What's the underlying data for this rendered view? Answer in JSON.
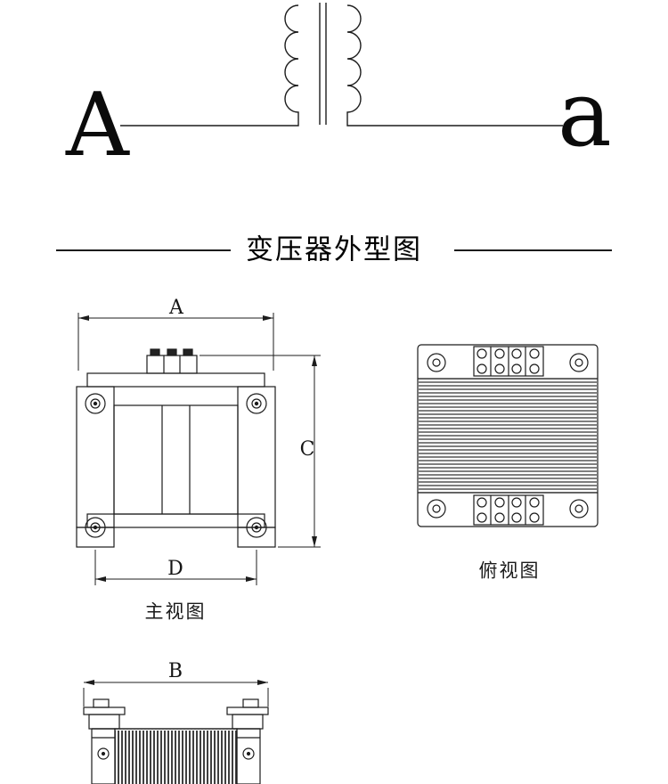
{
  "page": {
    "background": "#ffffff",
    "line_color": "#1c1c1c"
  },
  "schematic": {
    "primary_terminal": "A",
    "secondary_terminal": "a"
  },
  "section_title": "变压器外型图",
  "front_view": {
    "caption": "主视图",
    "dim_width": "A",
    "dim_height": "C",
    "dim_foot": "D"
  },
  "top_view": {
    "caption": "俯视图"
  },
  "side_view": {
    "dim_width": "B"
  }
}
